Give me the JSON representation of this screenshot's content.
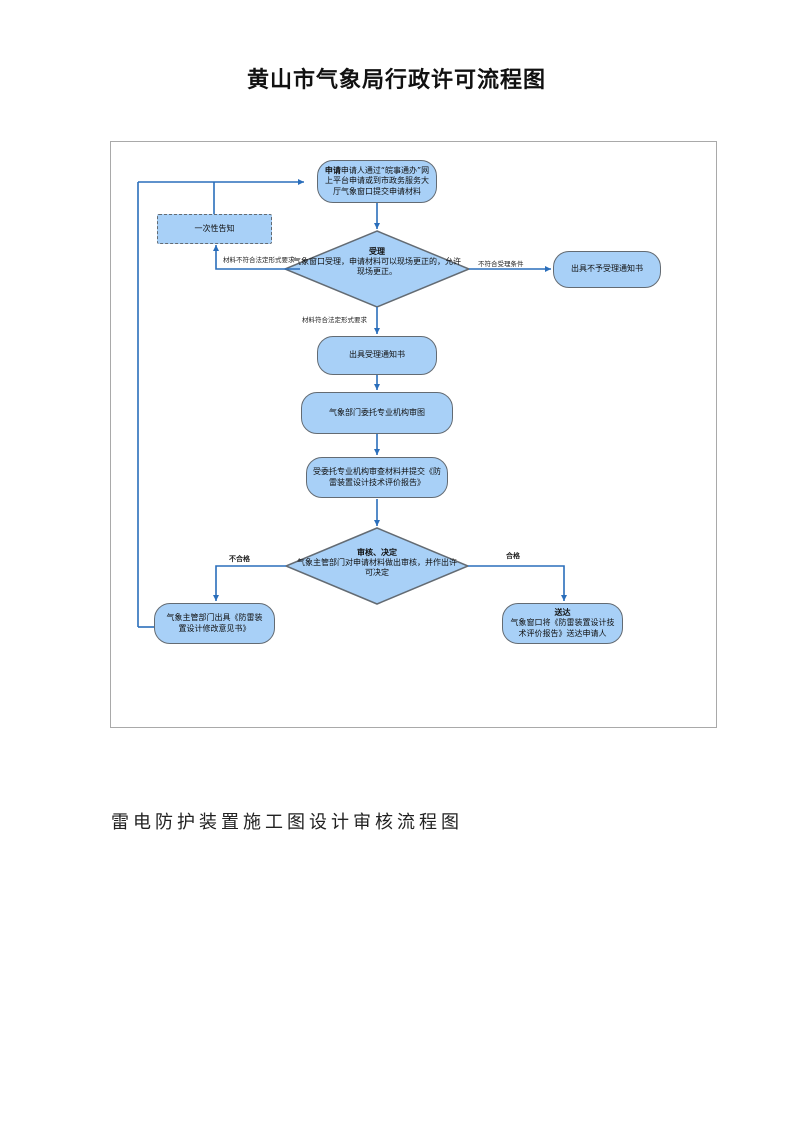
{
  "title": "黄山市气象局行政许可流程图",
  "flowchart": {
    "apply": {
      "bold": "申请",
      "text": "申请人通过“皖事通办”网上平台申请或到市政务服务大厅气象窗口提交申请材料"
    },
    "notify_once": "一次性告知",
    "accept": {
      "bold": "受理",
      "text": "气象窗口受理，申请材料可以现场更正的，允许现场更正。"
    },
    "no_accept_notice": "出具不予受理通知书",
    "accept_notice": "出具受理通知书",
    "entrust": "气象部门委托专业机构审图",
    "report": "受委托专业机构审查材料并提交《防雷装置设计技术评价报告》",
    "review": {
      "bold": "审核、决定",
      "text": "气象主管部门对申请材料做出审核，并作出许可决定"
    },
    "reject": "气象主管部门出具《防雷装置设计修改意见书》",
    "deliver": {
      "bold": "送达",
      "text": "气象窗口将《防雷装置设计技术评价报告》送达申请人"
    },
    "edges": {
      "not_conform_form": "材料不符合法定形式要求",
      "not_conform_accept": "不符合受理条件",
      "conform_form": "材料符合法定形式要求",
      "fail": "不合格",
      "pass": "合格"
    }
  },
  "section_title": "雷电防护装置施工图设计审核流程图",
  "colors": {
    "node_fill": "#a8d0f7",
    "arrow": "#2a6ebb",
    "border": "#636b73"
  }
}
